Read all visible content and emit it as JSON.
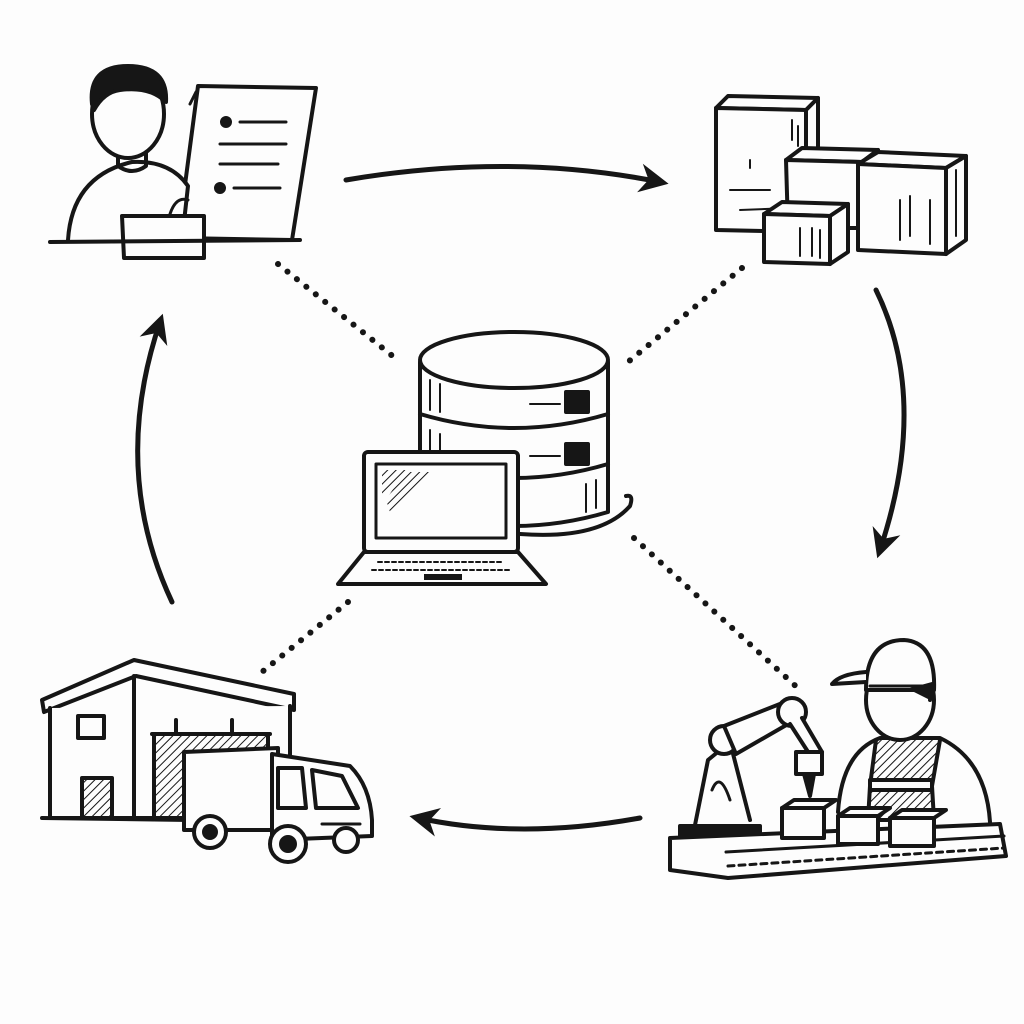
{
  "diagram": {
    "colors": {
      "ink": "#161616",
      "paper": "#fdfdfd",
      "fill": "#f3f3f3"
    },
    "nodes": [
      {
        "id": "order",
        "icon": "person-with-document-icon"
      },
      {
        "id": "inventory",
        "icon": "stacked-boxes-icon"
      },
      {
        "id": "production",
        "icon": "factory-worker-robot-arm-icon"
      },
      {
        "id": "shipping",
        "icon": "warehouse-delivery-truck-icon"
      },
      {
        "id": "hub",
        "icon": "database-laptop-icon"
      }
    ],
    "flow": [
      {
        "from": "order",
        "to": "inventory",
        "style": "solid-arrow"
      },
      {
        "from": "inventory",
        "to": "production",
        "style": "solid-arrow"
      },
      {
        "from": "production",
        "to": "shipping",
        "style": "solid-arrow"
      },
      {
        "from": "shipping",
        "to": "order",
        "style": "solid-arrow"
      }
    ],
    "links": [
      {
        "from": "hub",
        "to": "order",
        "style": "dotted"
      },
      {
        "from": "hub",
        "to": "inventory",
        "style": "dotted"
      },
      {
        "from": "hub",
        "to": "production",
        "style": "dotted"
      },
      {
        "from": "hub",
        "to": "shipping",
        "style": "dotted"
      }
    ]
  }
}
